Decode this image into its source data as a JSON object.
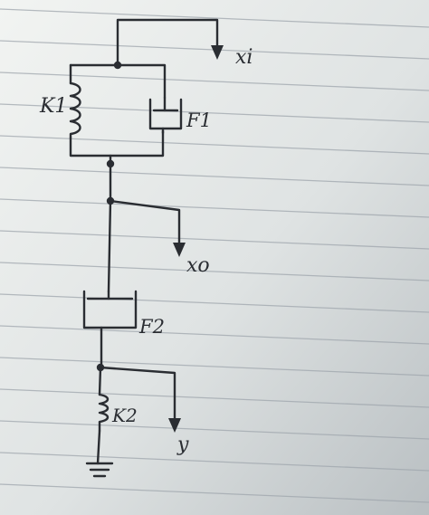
{
  "labels": {
    "input_displacement": "xi",
    "spring_1": "K1",
    "damper_1": "F1",
    "intermediate_displacement": "xo",
    "damper_2": "F2",
    "spring_2": "K2",
    "output_displacement": "y"
  },
  "colors": {
    "paper": "#d8dcdc",
    "rule_line": "#9fa6ad",
    "ink": "#2a2d32"
  }
}
